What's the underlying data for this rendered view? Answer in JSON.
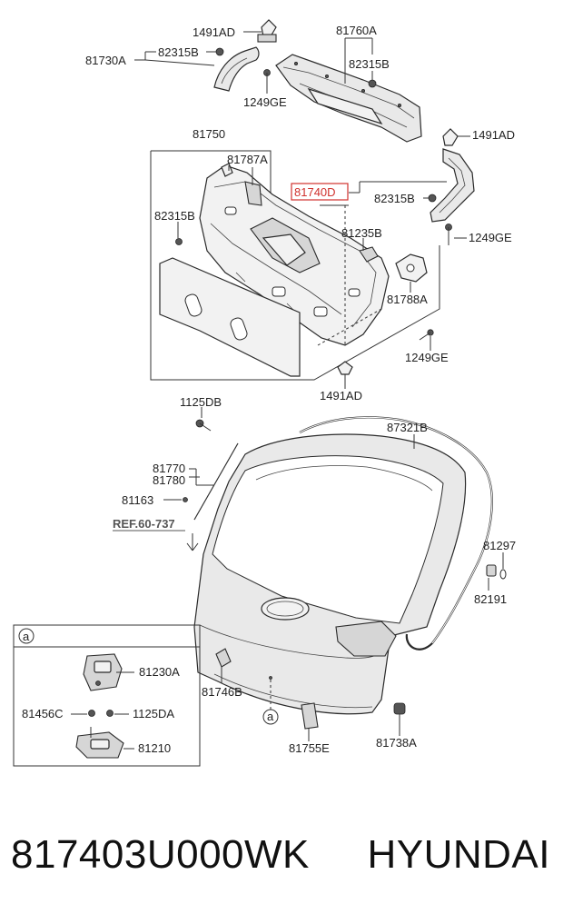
{
  "diagram": {
    "labels": {
      "l_1491AD_a": "1491AD",
      "l_82315B_a": "82315B",
      "l_81730A": "81730A",
      "l_1249GE_a": "1249GE",
      "l_81760A": "81760A",
      "l_82315B_b": "82315B",
      "l_1491AD_b": "1491AD",
      "l_81750": "81750",
      "l_81787A": "81787A",
      "l_81740D": "81740D",
      "l_82315B_c": "82315B",
      "l_82315B_d": "82315B",
      "l_1249GE_b": "1249GE",
      "l_81235B": "81235B",
      "l_81788A": "81788A",
      "l_1249GE_c": "1249GE",
      "l_1491AD_c": "1491AD",
      "l_1125DB": "1125DB",
      "l_87321B": "87321B",
      "l_81770": "81770",
      "l_81780": "81780",
      "l_81163": "81163",
      "l_ref": "REF.60-737",
      "l_81297": "81297",
      "l_82191": "82191",
      "l_inset_a": "a",
      "l_81230A": "81230A",
      "l_81456C": "81456C",
      "l_1125DA": "1125DA",
      "l_81210": "81210",
      "l_81746B": "81746B",
      "l_marker_a": "a",
      "l_81755E": "81755E",
      "l_81738A": "81738A"
    },
    "highlight_color": "#d0312d"
  },
  "footer": {
    "part_number": "817403U000WK",
    "brand": "HYUNDAI"
  }
}
